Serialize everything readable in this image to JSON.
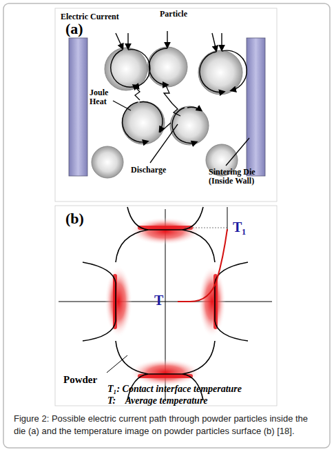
{
  "diagram": {
    "caption": "Figure 2: Possible electric current path through powder particles inside the die (a) and the temperature image on powder particles surface (b) [18].",
    "labels": [
      "(a)",
      "Electric Current",
      "Particle",
      "Joule Heat",
      "Discharge",
      "Sintering Die (Inside Wall)",
      "(b)",
      "T₁",
      "T",
      "Powder",
      "T₁: Contact interface temperature",
      "T:    Average temperature"
    ]
  }
}
